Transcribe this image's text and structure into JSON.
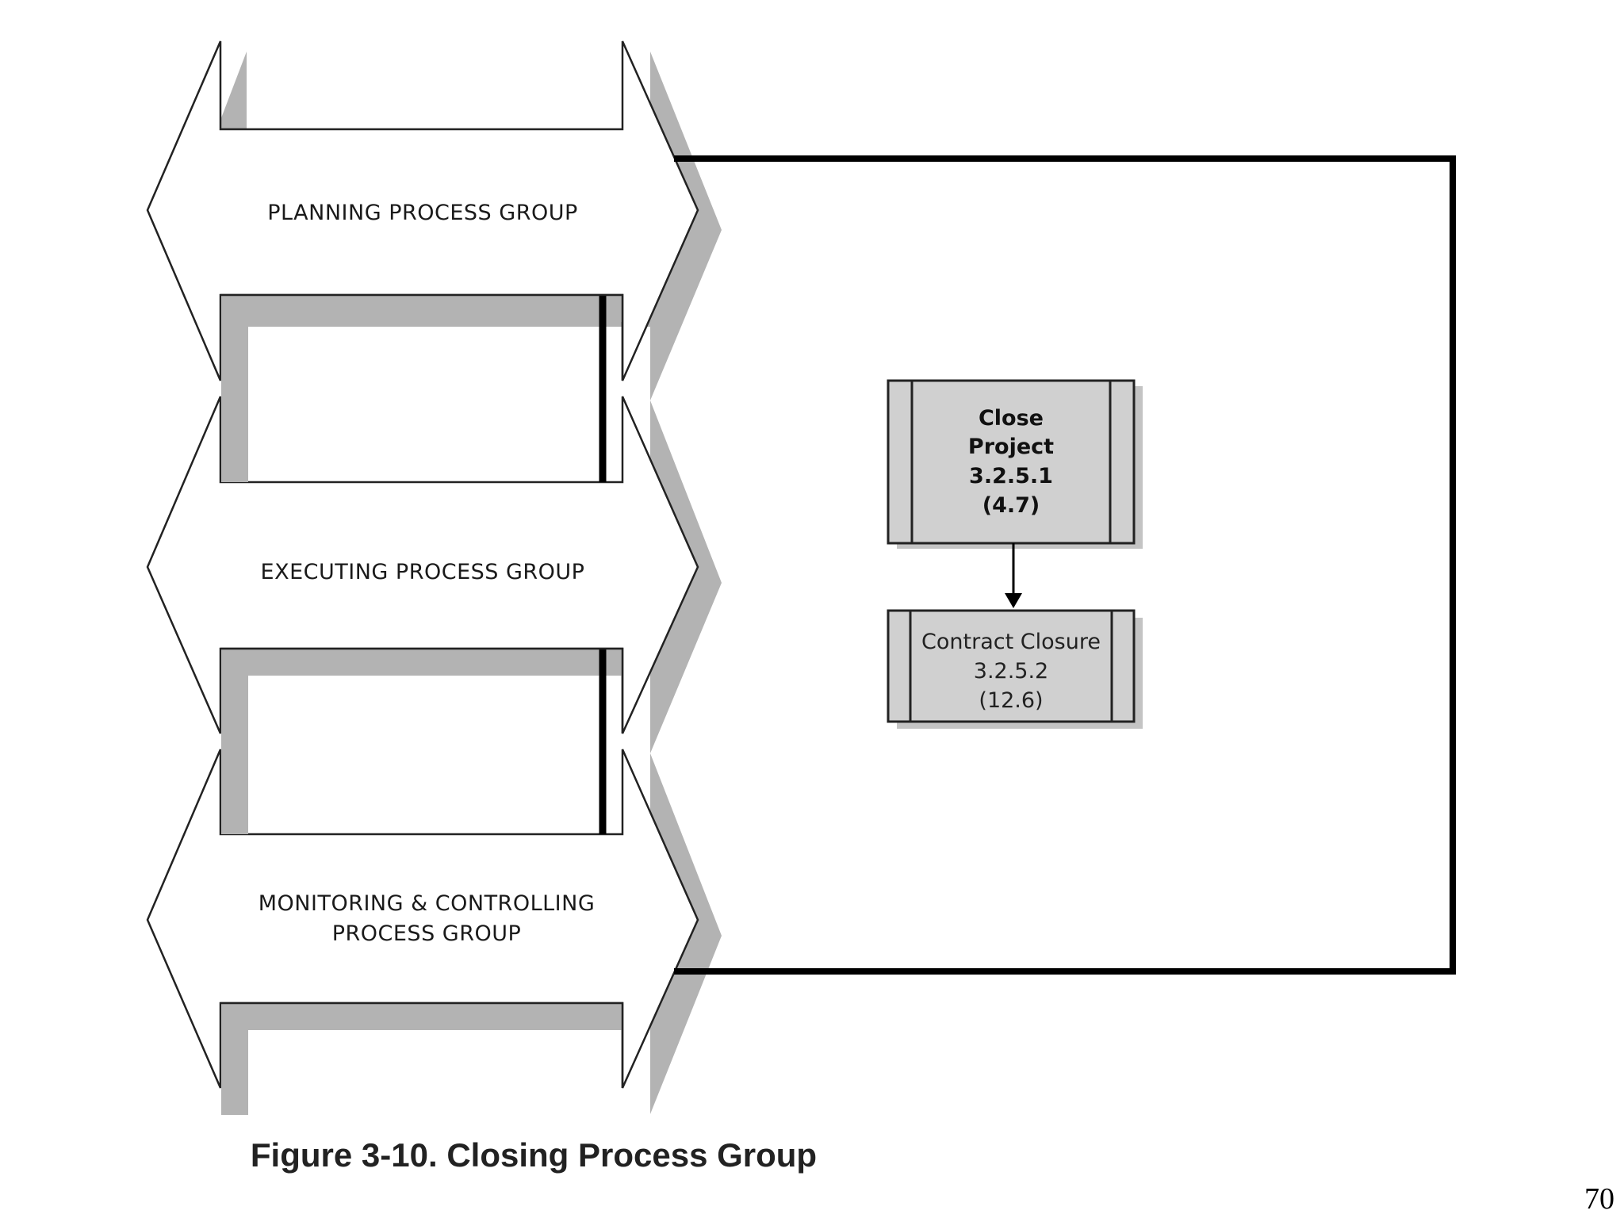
{
  "groups": {
    "planning": "PLANNING PROCESS GROUP",
    "executing": "EXECUTING PROCESS GROUP",
    "monitoring_line1": "MONITORING & CONTROLLING",
    "monitoring_line2": "PROCESS GROUP"
  },
  "processes": {
    "close_project": {
      "line1": "Close",
      "line2": "Project",
      "line3": "3.2.5.1",
      "line4": "(4.7)"
    },
    "contract_closure": {
      "line1": "Contract Closure",
      "line2": "3.2.5.2",
      "line3": "(12.6)"
    }
  },
  "caption": "Figure 3-10. Closing Process Group",
  "page_number": "70"
}
